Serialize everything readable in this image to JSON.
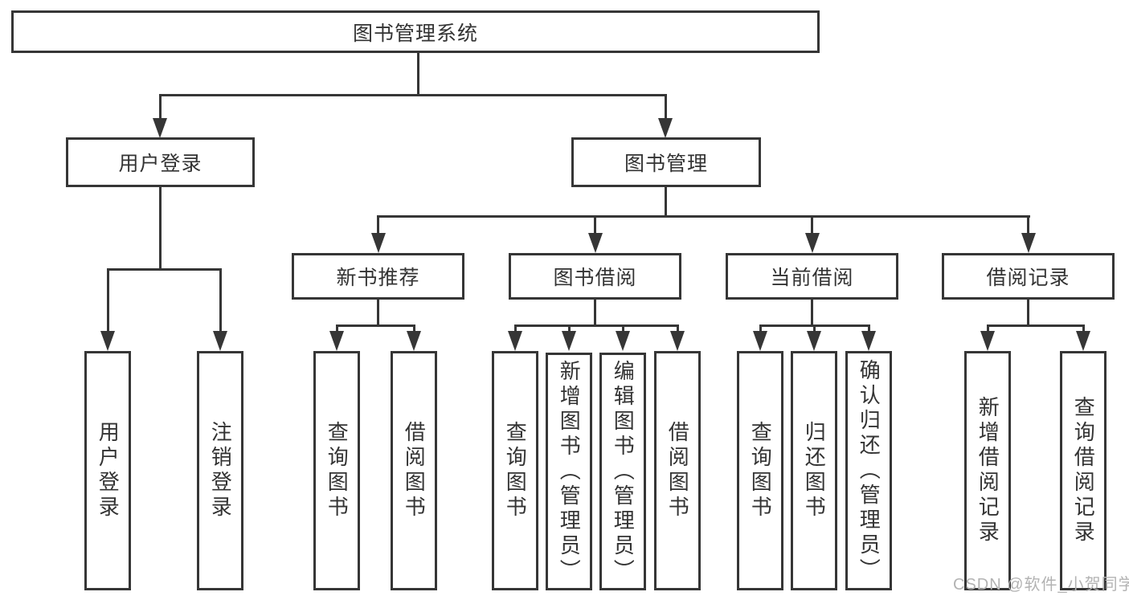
{
  "diagram": {
    "type": "tree",
    "root": {
      "label": "图书管理系统"
    },
    "level2": [
      {
        "label": "用户登录"
      },
      {
        "label": "图书管理"
      }
    ],
    "level3": [
      {
        "label": "新书推荐"
      },
      {
        "label": "图书借阅"
      },
      {
        "label": "当前借阅"
      },
      {
        "label": "借阅记录"
      }
    ],
    "leaves": {
      "user": [
        "用户登录",
        "注销登录"
      ],
      "recommend": [
        "查询图书",
        "借阅图书"
      ],
      "borrow": [
        "查询图书",
        "新增图书（管理员）",
        "编辑图书（管理员）",
        "借阅图书"
      ],
      "current": [
        "查询图书",
        "归还图书",
        "确认归还（管理员）"
      ],
      "records": [
        "新增借阅记录",
        "查询借阅记录"
      ]
    }
  },
  "watermark": "CSDN @软件_小贺同学",
  "colors": {
    "line": "#363636",
    "text": "#333333",
    "background": "#ffffff",
    "watermark": "#b3b3b3"
  }
}
